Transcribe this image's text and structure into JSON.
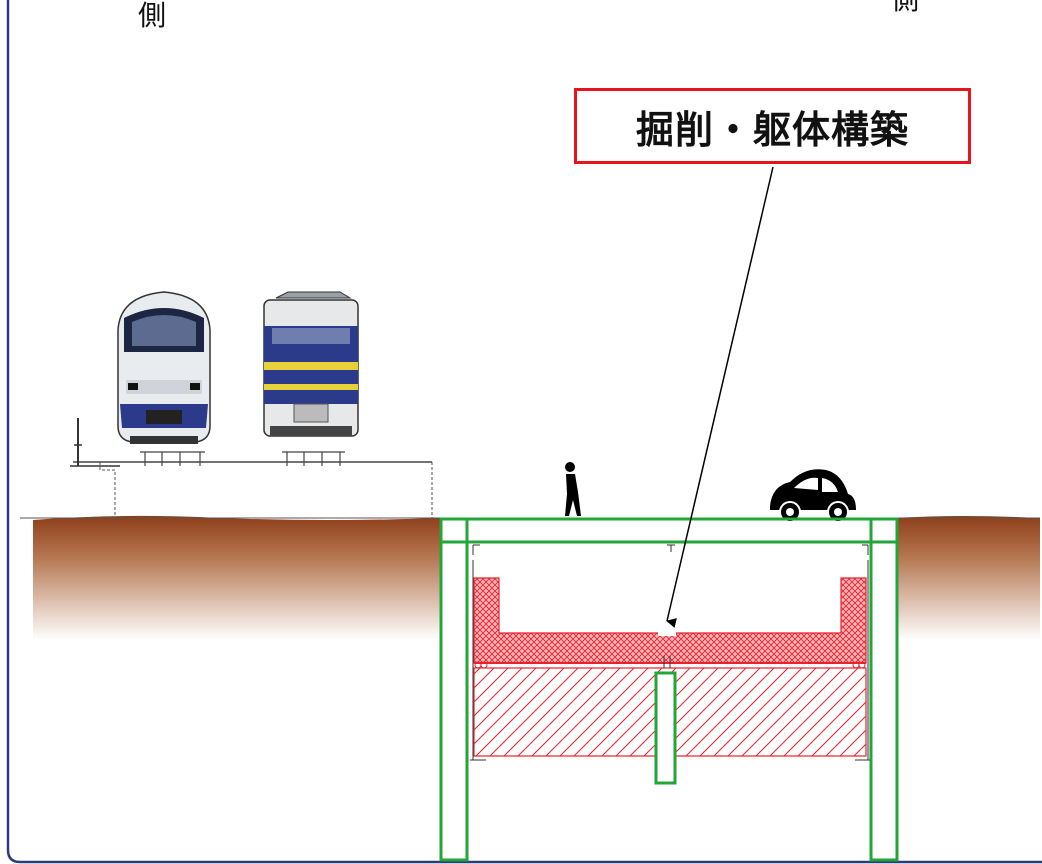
{
  "labels": {
    "left_side": "側",
    "right_side": "側"
  },
  "callout": {
    "text": "掘削・躯体構築"
  },
  "colors": {
    "retaining_wall": "#22a63a",
    "concrete_structure": "#f0505a",
    "callout_border": "#e8141b",
    "ground": "#9a4a22",
    "page_border": "#2b3a7a"
  },
  "icons": [
    "train-icon",
    "locomotive-icon",
    "pedestrian-icon",
    "car-icon"
  ]
}
